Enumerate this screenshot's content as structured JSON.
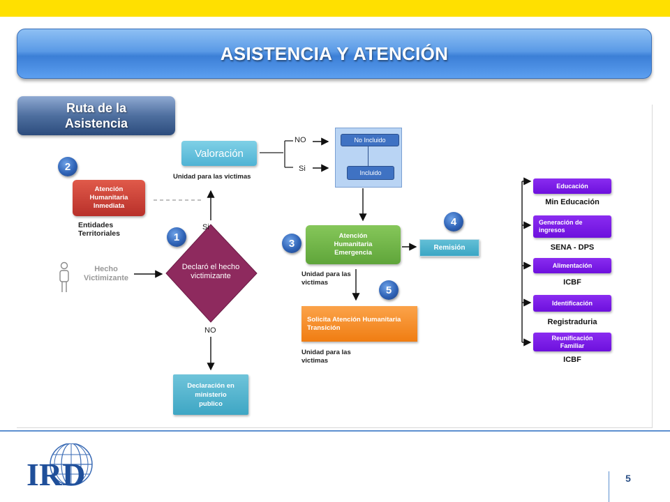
{
  "title": "ASISTENCIA Y ATENCIÓN",
  "route_badge": "Ruta de la Asistencia",
  "page_number": "5",
  "logo_text": "IRD",
  "colors": {
    "top_bar": "#FFE000",
    "banner": "#4a8ee2",
    "purple": "#7a1ce6",
    "green": "#6db33f",
    "orange": "#f7941d",
    "teal": "#4bb8d0",
    "maroon": "#8e2a5e"
  },
  "diagram": {
    "nodes": {
      "valoracion": "Valoración",
      "no_incluido": "No Incluido",
      "incluido": "Incluido",
      "atencion_inmediata": "Atención Humanitaria Inmediata",
      "declaro": "Declaró el hecho victimizante",
      "hecho": "Hecho Victimizante",
      "atencion_emergencia": "Atención Humanitaria Emergencia",
      "remision": "Remisión",
      "solicita_transicion": "Solicita Atención Humanitaria Transición",
      "declaracion_ministerio": "Declaración en ministerio publico"
    },
    "labels": {
      "unidad_valoracion": "Unidad para las victimas",
      "entidades": "Entidades Territoriales",
      "unidad_emergencia": "Unidad para las victimas",
      "unidad_transicion": "Unidad para las victimas",
      "no_top": "NO",
      "si_top": "Si",
      "si_left": "Si",
      "no_bottom": "NO"
    },
    "steps": [
      "1",
      "2",
      "3",
      "4",
      "5"
    ],
    "remision_items": [
      {
        "label": "Educación",
        "org": "Min Educación"
      },
      {
        "label": "Generación de ingresos",
        "org": "SENA - DPS"
      },
      {
        "label": "Alimentación",
        "org": "ICBF"
      },
      {
        "label": "Identificación",
        "org": "Registraduria"
      },
      {
        "label": "Reunificación Familiar",
        "org": "ICBF"
      }
    ]
  }
}
